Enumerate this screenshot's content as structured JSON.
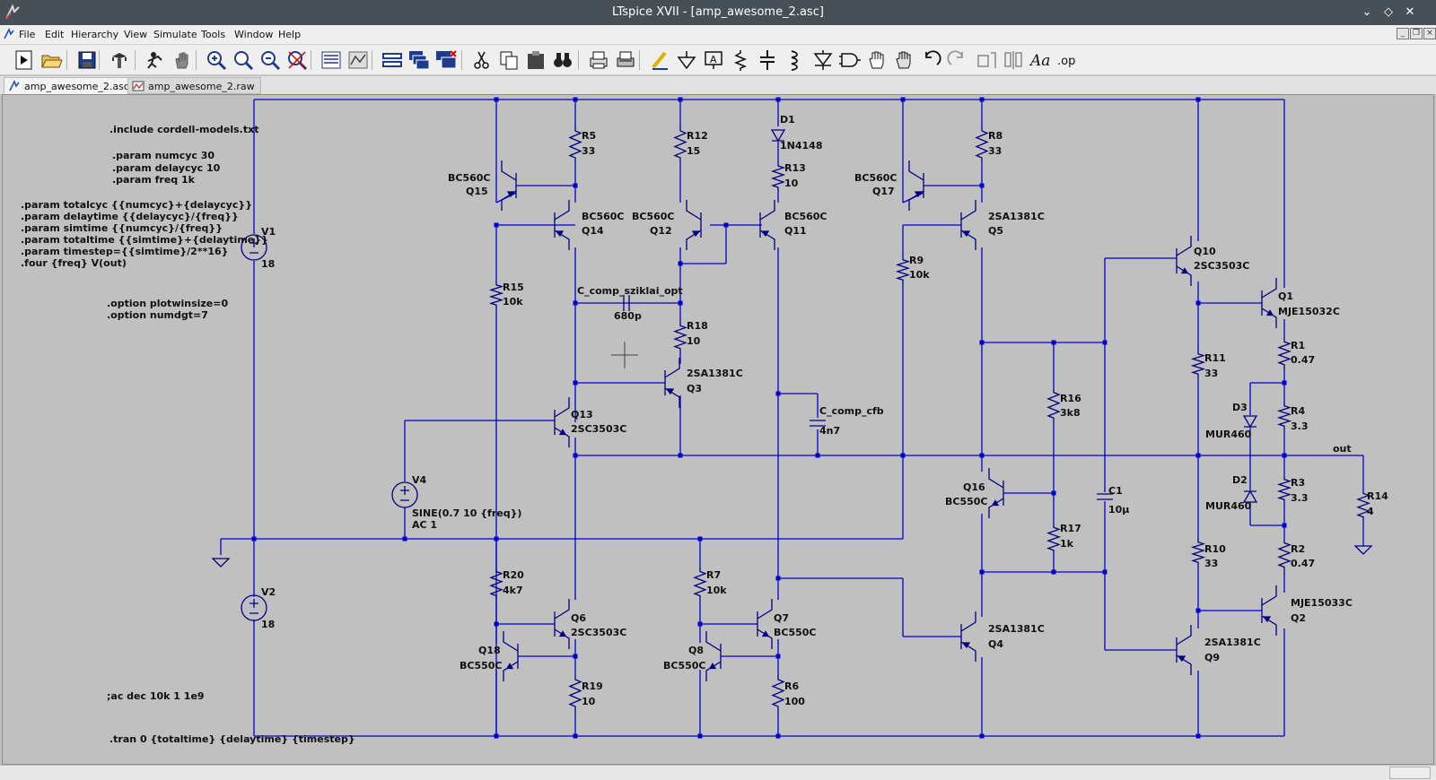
{
  "window": {
    "title": "LTspice XVII - [amp_awesome_2.asc]",
    "minimize_glyph": "⌄",
    "restore_glyph": "◇",
    "close_glyph": "✕"
  },
  "menu": [
    "File",
    "Edit",
    "Hierarchy",
    "View",
    "Simulate",
    "Tools",
    "Window",
    "Help"
  ],
  "toolbar_icons": [
    "run-icon",
    "open-folder-icon",
    "save-icon",
    "control-panel-icon",
    "halt-icon",
    "pan-hand-icon",
    "zoom-in-icon",
    "zoom-area-icon",
    "zoom-out-icon",
    "zoom-fit-icon",
    "waveform-icon",
    "waveform-fit-icon",
    "tile-icon",
    "cascade-icon",
    "close-window-icon",
    "cut-icon",
    "copy-icon",
    "paste-icon",
    "find-icon",
    "print-icon",
    "print-setup-icon",
    "draw-wire-icon",
    "ground-icon",
    "label-net-icon",
    "resistor-icon",
    "capacitor-icon",
    "inductor-icon",
    "diode-icon",
    "component-icon",
    "move-icon",
    "drag-icon",
    "undo-icon",
    "redo-icon",
    "rotate-icon",
    "mirror-icon",
    "text-icon",
    "spice-directive-icon"
  ],
  "tabs": [
    {
      "label": "amp_awesome_2.asc",
      "active": true
    },
    {
      "label": "amp_awesome_2.raw",
      "active": false
    }
  ],
  "directives": {
    "include": ".include cordell-models.txt",
    "numcyc": ".param numcyc 30",
    "delaycyc": ".param delaycyc 10",
    "freq": ".param freq 1k",
    "totalcyc": ".param totalcyc {{numcyc}+{delaycyc}}",
    "delaytime": ".param delaytime {{delaycyc}/{freq}}",
    "simtime": ".param simtime {{numcyc}/{freq}}",
    "totaltime": ".param totaltime {{simtime}+{delaytime}}",
    "timestep": ".param timestep={{simtime}/2**16}",
    "four": ".four {freq} V(out)",
    "plotwinsize": ".option plotwinsize=0",
    "numdgt": ".option numdgt=7",
    "ac": ";ac dec 10k 1 1e9",
    "tran": ".tran 0 {totaltime} {delaytime} {timestep}"
  },
  "parts": {
    "V1": {
      "name": "V1",
      "value": "18"
    },
    "V2": {
      "name": "V2",
      "value": "18"
    },
    "V4": {
      "name": "V4",
      "value": "SINE(0.7 10 {freq})",
      "extra": "AC 1"
    },
    "R5": {
      "name": "R5",
      "value": "33"
    },
    "R12": {
      "name": "R12",
      "value": "15"
    },
    "D1": {
      "name": "D1",
      "value": "1N4148"
    },
    "R13": {
      "name": "R13",
      "value": "10"
    },
    "R8": {
      "name": "R8",
      "value": "33"
    },
    "Q15": {
      "name": "Q15",
      "model": "BC560C"
    },
    "Q14": {
      "name": "Q14",
      "model": "BC560C"
    },
    "Q12": {
      "name": "Q12",
      "model": "BC560C"
    },
    "Q11": {
      "name": "Q11",
      "model": "BC560C"
    },
    "Q17": {
      "name": "Q17",
      "model": "BC560C"
    },
    "Q5": {
      "name": "Q5",
      "model": "2SA1381C"
    },
    "Q10": {
      "name": "Q10",
      "model": "2SC3503C"
    },
    "Q1": {
      "name": "Q1",
      "model": "MJE15032C"
    },
    "R15": {
      "name": "R15",
      "value": "10k"
    },
    "R9": {
      "name": "R9",
      "value": "10k"
    },
    "C_comp_sziklai_opt": {
      "name": "C_comp_sziklai_opt",
      "value": "680p"
    },
    "R18": {
      "name": "R18",
      "value": "10"
    },
    "Q3": {
      "name": "Q3",
      "model": "2SA1381C"
    },
    "R11": {
      "name": "R11",
      "value": "33"
    },
    "R1": {
      "name": "R1",
      "value": "0.47"
    },
    "R16": {
      "name": "R16",
      "value": "3k8"
    },
    "C_comp_cfb": {
      "name": "C_comp_cfb",
      "value": "4n7"
    },
    "Q13": {
      "name": "Q13",
      "model": "2SC3503C"
    },
    "D3": {
      "name": "D3",
      "value": "MUR460"
    },
    "R4": {
      "name": "R4",
      "value": "3.3"
    },
    "Q16": {
      "name": "Q16",
      "model": "BC550C"
    },
    "C1": {
      "name": "C1",
      "value": "10µ"
    },
    "D2": {
      "name": "D2",
      "value": "MUR460"
    },
    "R3": {
      "name": "R3",
      "value": "3.3"
    },
    "R14": {
      "name": "R14",
      "value": "4"
    },
    "R17": {
      "name": "R17",
      "value": "1k"
    },
    "R20": {
      "name": "R20",
      "value": "4k7"
    },
    "R7": {
      "name": "R7",
      "value": "10k"
    },
    "R10": {
      "name": "R10",
      "value": "33"
    },
    "R2": {
      "name": "R2",
      "value": "0.47"
    },
    "Q6": {
      "name": "Q6",
      "model": "2SC3503C"
    },
    "Q7": {
      "name": "Q7",
      "model": "BC550C"
    },
    "Q2": {
      "name": "Q2",
      "model": "MJE15033C"
    },
    "Q4": {
      "name": "Q4",
      "model": "2SA1381C"
    },
    "Q9": {
      "name": "Q9",
      "model": "2SA1381C"
    },
    "Q18": {
      "name": "Q18",
      "model": "BC550C"
    },
    "Q8": {
      "name": "Q8",
      "model": "BC550C"
    },
    "R19": {
      "name": "R19",
      "value": "10"
    },
    "R6": {
      "name": "R6",
      "value": "100"
    }
  },
  "net_labels": {
    "out": "out"
  },
  "colors": {
    "wire": "#0000cc",
    "symbol": "#000080",
    "junction": "#0000cc",
    "text": "#101010",
    "canvas": "#c0c0c0"
  }
}
